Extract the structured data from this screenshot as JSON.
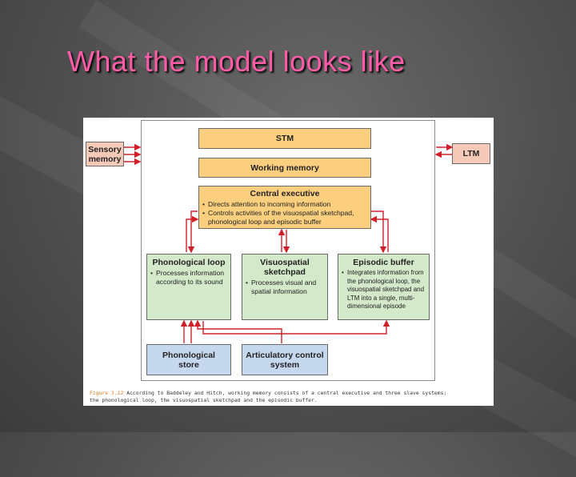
{
  "slide": {
    "title": "What the model looks like"
  },
  "diagram": {
    "sensory_memory": "Sensory memory",
    "ltm": "LTM",
    "stm": "STM",
    "working_memory": "Working memory",
    "central_executive": {
      "title": "Central executive",
      "bullets": [
        "Directs attention to incoming information",
        "Controls activities of the visuospatial sketchpad, phonological loop and episodic buffer"
      ]
    },
    "phonological_loop": {
      "title": "Phonological loop",
      "bullets": [
        "Processes information according to its sound"
      ]
    },
    "visuospatial_sketchpad": {
      "title": "Visuospatial sketchpad",
      "bullets": [
        "Processes visual and spatial information"
      ]
    },
    "episodic_buffer": {
      "title": "Episodic buffer",
      "bullets": [
        "Integrates information from the phonological loop, the visuospatial sketchpad and LTM into a single, multi-dimensional episode"
      ]
    },
    "phonological_store": "Phonological store",
    "articulatory_control": "Articulatory control system"
  },
  "caption": {
    "label": "Figure 3.12",
    "line1": "According to Baddeley and Hitch, working memory consists of a central executive and three slave systems:",
    "line2": "the phonological loop, the visuospatial sketchpad and the episodic buffer."
  },
  "colors": {
    "title": "#ff5ca8",
    "orange_box": "#fbcf7e",
    "green_box": "#d3e9c9",
    "blue_box": "#c6d8ee",
    "pink_box": "#f6cab9",
    "arrow": "#d0202a"
  }
}
